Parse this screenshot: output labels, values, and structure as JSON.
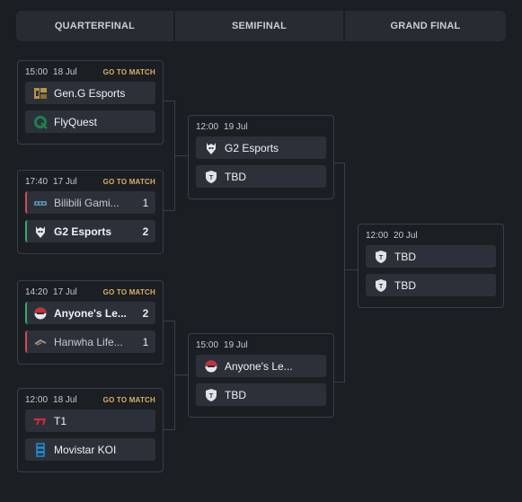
{
  "headers": [
    "QUARTERFINAL",
    "SEMIFINAL",
    "GRAND FINAL"
  ],
  "quarterfinals": [
    {
      "time": "15:00",
      "date": "18 Jul",
      "link": "GO TO MATCH",
      "teams": [
        {
          "name": "Gen.G Esports",
          "logo": "geng-logo-icon",
          "score": ""
        },
        {
          "name": "FlyQuest",
          "logo": "flyquest-logo-icon",
          "score": ""
        }
      ]
    },
    {
      "time": "17:40",
      "date": "17 Jul",
      "link": "GO TO MATCH",
      "teams": [
        {
          "name": "Bilibili Gami...",
          "logo": "bilibili-logo-icon",
          "score": "1"
        },
        {
          "name": "G2 Esports",
          "logo": "g2-logo-icon",
          "score": "2"
        }
      ]
    },
    {
      "time": "14:20",
      "date": "17 Jul",
      "link": "GO TO MATCH",
      "teams": [
        {
          "name": "Anyone's Le...",
          "logo": "anyones-legend-logo-icon",
          "score": "2"
        },
        {
          "name": "Hanwha Life...",
          "logo": "hanwha-logo-icon",
          "score": "1"
        }
      ]
    },
    {
      "time": "12:00",
      "date": "18 Jul",
      "link": "GO TO MATCH",
      "teams": [
        {
          "name": "T1",
          "logo": "t1-logo-icon",
          "score": ""
        },
        {
          "name": "Movistar KOI",
          "logo": "koi-logo-icon",
          "score": ""
        }
      ]
    }
  ],
  "semifinals": [
    {
      "time": "12:00",
      "date": "19 Jul",
      "teams": [
        {
          "name": "G2 Esports",
          "logo": "g2-logo-icon"
        },
        {
          "name": "TBD",
          "logo": "tbd-shield-icon"
        }
      ]
    },
    {
      "time": "15:00",
      "date": "19 Jul",
      "teams": [
        {
          "name": "Anyone's Le...",
          "logo": "anyones-legend-logo-icon"
        },
        {
          "name": "TBD",
          "logo": "tbd-shield-icon"
        }
      ]
    }
  ],
  "final": {
    "time": "12:00",
    "date": "20 Jul",
    "teams": [
      {
        "name": "TBD",
        "logo": "tbd-shield-icon"
      },
      {
        "name": "TBD",
        "logo": "tbd-shield-icon"
      }
    ]
  },
  "colors": {
    "background": "#1b1e23",
    "row": "#2c3139",
    "accent_link": "#d8b062",
    "winner": "#36a96a",
    "loser": "#d4485a"
  }
}
